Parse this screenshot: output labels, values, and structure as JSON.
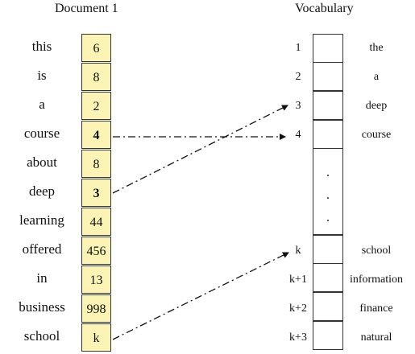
{
  "document": {
    "title": "Document 1",
    "words": [
      "this",
      "is",
      "a",
      "course",
      "about",
      "deep",
      "learning",
      "offered",
      "in",
      "business",
      "school"
    ],
    "ids": [
      "6",
      "8",
      "2",
      "4",
      "8",
      "3",
      "44",
      "456",
      "13",
      "998",
      "k"
    ],
    "bold_rows": [
      3,
      5
    ]
  },
  "vocabulary": {
    "title": "Vocabulary",
    "top_indices": [
      "1",
      "2",
      "3",
      "4"
    ],
    "top_words": [
      "the",
      "a",
      "deep",
      "course"
    ],
    "ellipsis": ".",
    "bottom_indices": [
      "k",
      "k+1",
      "k+2",
      "k+3"
    ],
    "bottom_words": [
      "school",
      "information",
      "finance",
      "natural"
    ]
  },
  "links": [
    {
      "from_word": "course",
      "to_index": "4"
    },
    {
      "from_word": "deep",
      "to_index": "3"
    },
    {
      "from_word": "school",
      "to_index": "k"
    }
  ]
}
